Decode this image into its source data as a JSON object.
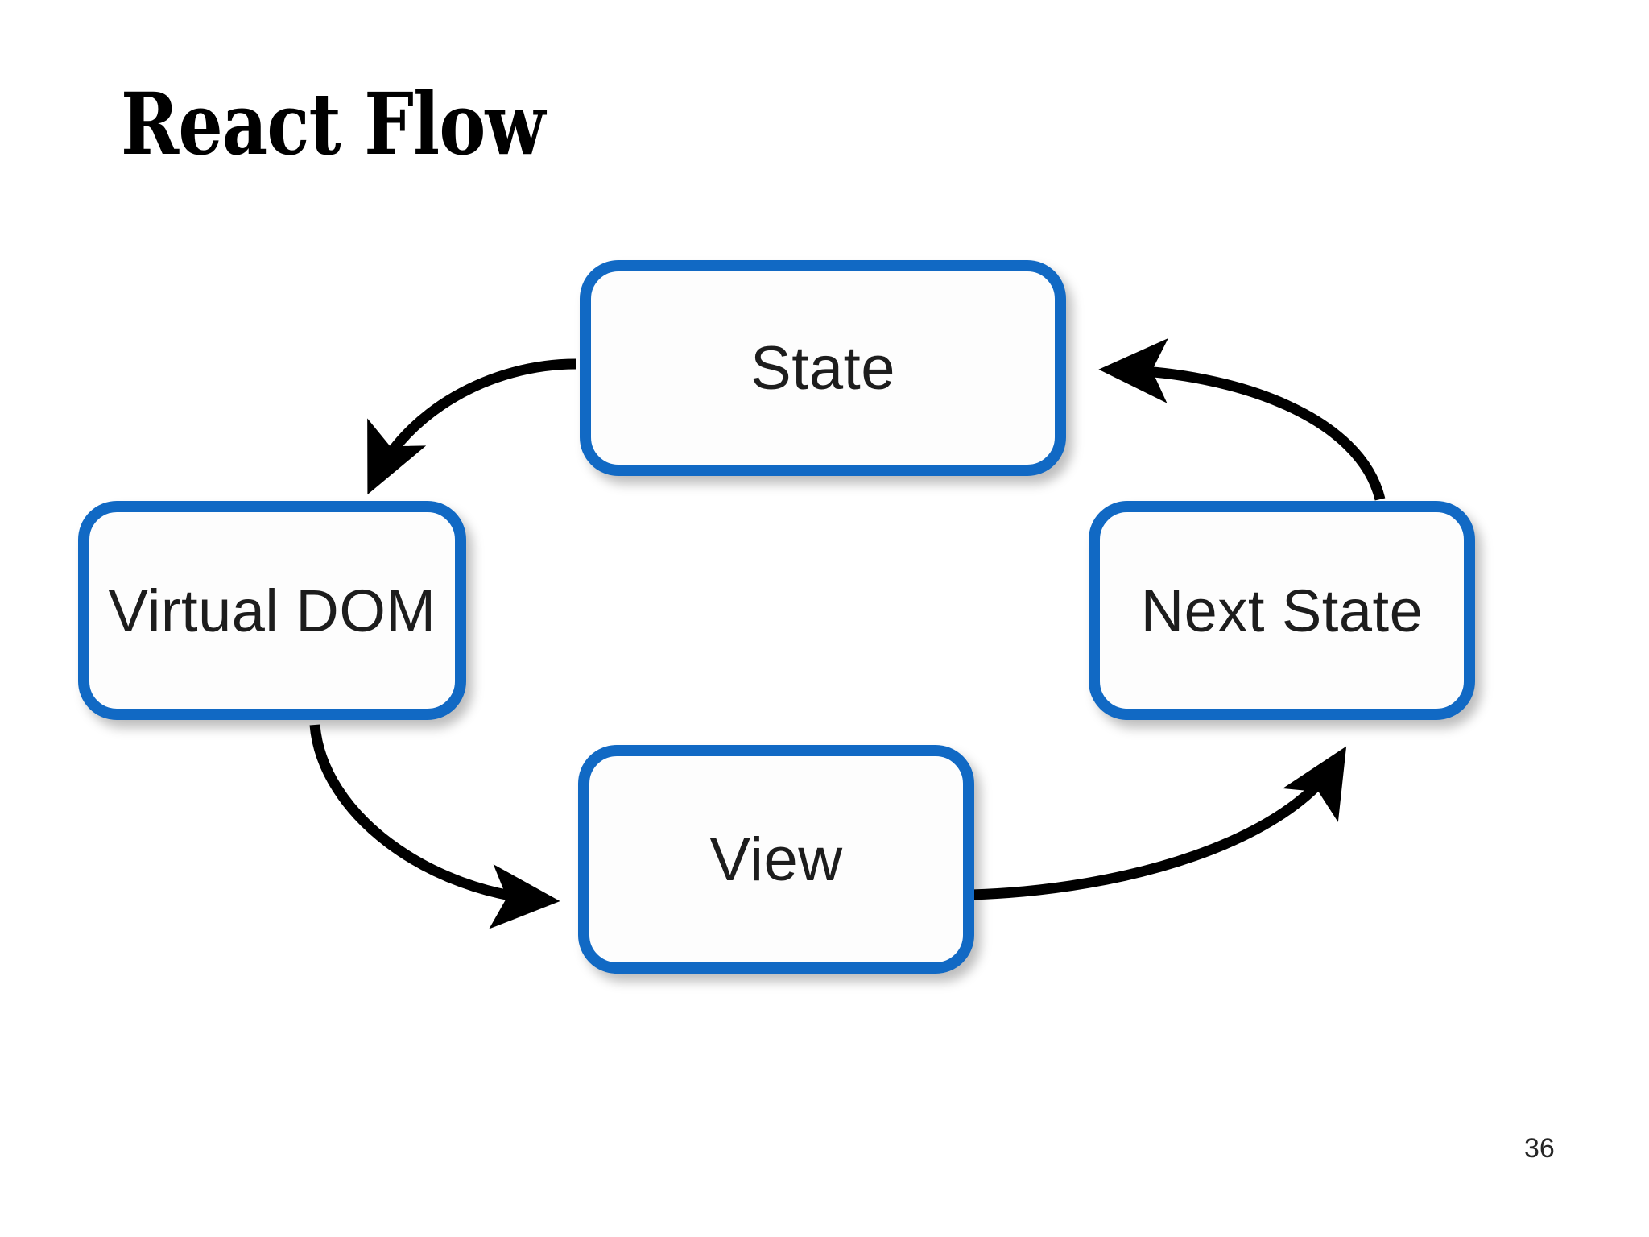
{
  "slide": {
    "title": "React Flow",
    "page_number": "36",
    "background_color": "#ffffff",
    "accent_color": "#1169c4",
    "text_color": "#1d1d1d",
    "arrow_color": "#000000"
  },
  "diagram": {
    "type": "cycle-flow",
    "nodes": [
      {
        "id": "state",
        "label": "State"
      },
      {
        "id": "virtual-dom",
        "label": "Virtual DOM"
      },
      {
        "id": "view",
        "label": "View"
      },
      {
        "id": "next-state",
        "label": "Next State"
      }
    ],
    "edges": [
      {
        "from": "state",
        "to": "virtual-dom",
        "label": ""
      },
      {
        "from": "virtual-dom",
        "to": "view",
        "label": ""
      },
      {
        "from": "view",
        "to": "next-state",
        "label": ""
      },
      {
        "from": "next-state",
        "to": "state",
        "label": ""
      }
    ]
  }
}
